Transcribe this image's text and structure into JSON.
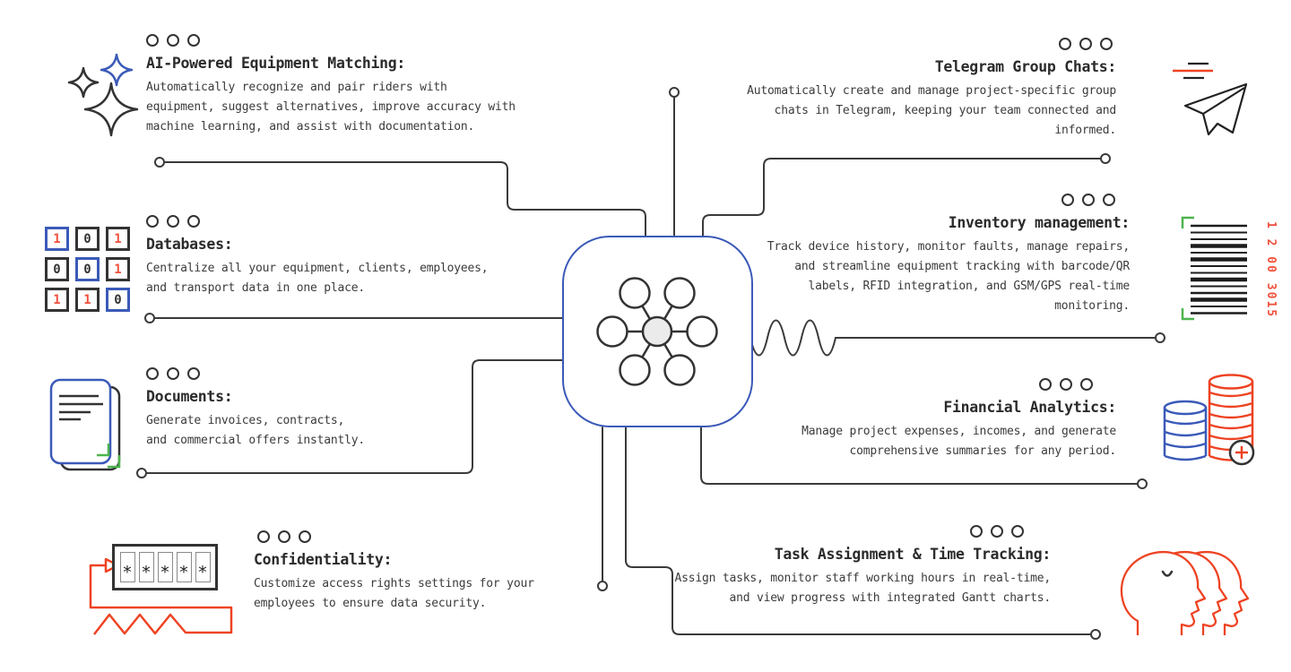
{
  "page": {
    "background": "#ffffff",
    "type": "feature-integration-diagram"
  },
  "colors": {
    "line": "#3a3a3a",
    "accent_blue": "#3b5ab8",
    "accent_red": "#ee4323",
    "accent_green": "#4db44d",
    "text": "#3b3b3b",
    "title_text": "#2b2b2b"
  },
  "center": {
    "icon": "network-hub-icon"
  },
  "features": [
    {
      "id": "ai-matching",
      "icon": "sparkles-icon",
      "title": "AI-Powered Equipment Matching:",
      "description": "Automatically recognize and pair riders with\nequipment, suggest alternatives, improve accuracy with\nmachine learning, and assist with documentation."
    },
    {
      "id": "databases",
      "icon": "binary-grid-icon",
      "title": "Databases:",
      "description": "Centralize all your equipment, clients, employees,\nand transport data in one place."
    },
    {
      "id": "documents",
      "icon": "documents-icon",
      "title": "Documents:",
      "description": "Generate invoices, contracts,\nand commercial offers instantly."
    },
    {
      "id": "confidentiality",
      "icon": "password-mask-icon",
      "title": "Confidentiality:",
      "description": "Customize access rights settings for your\nemployees to ensure data security."
    },
    {
      "id": "telegram",
      "icon": "paper-plane-icon",
      "title": "Telegram Group Chats:",
      "description": "Automatically create and manage project-specific group\nchats in Telegram, keeping your team connected and\ninformed."
    },
    {
      "id": "inventory",
      "icon": "barcode-icon",
      "title": "Inventory management:",
      "description": "Track device history, monitor faults, manage repairs,\nand streamline equipment tracking with barcode/QR\nlabels, RFID integration, and GSM/GPS real-time\nmonitoring."
    },
    {
      "id": "financial",
      "icon": "coin-stacks-icon",
      "title": "Financial Analytics:",
      "description": "Manage project expenses, incomes, and generate\ncomprehensive summaries for any period."
    },
    {
      "id": "tasks",
      "icon": "profile-heads-icon",
      "title": "Task Assignment & Time Tracking:",
      "description": "Assign tasks, monitor staff working hours in real-time,\nand view progress with integrated Gantt charts."
    }
  ],
  "icons": {
    "databases_grid": [
      [
        "1",
        "0",
        "1"
      ],
      [
        "0",
        "0",
        "1"
      ],
      [
        "1",
        "1",
        "0"
      ]
    ],
    "confidentiality_mask": [
      "*",
      "*",
      "*",
      "*",
      "*"
    ],
    "inventory_code": "1 2 00 3015"
  }
}
